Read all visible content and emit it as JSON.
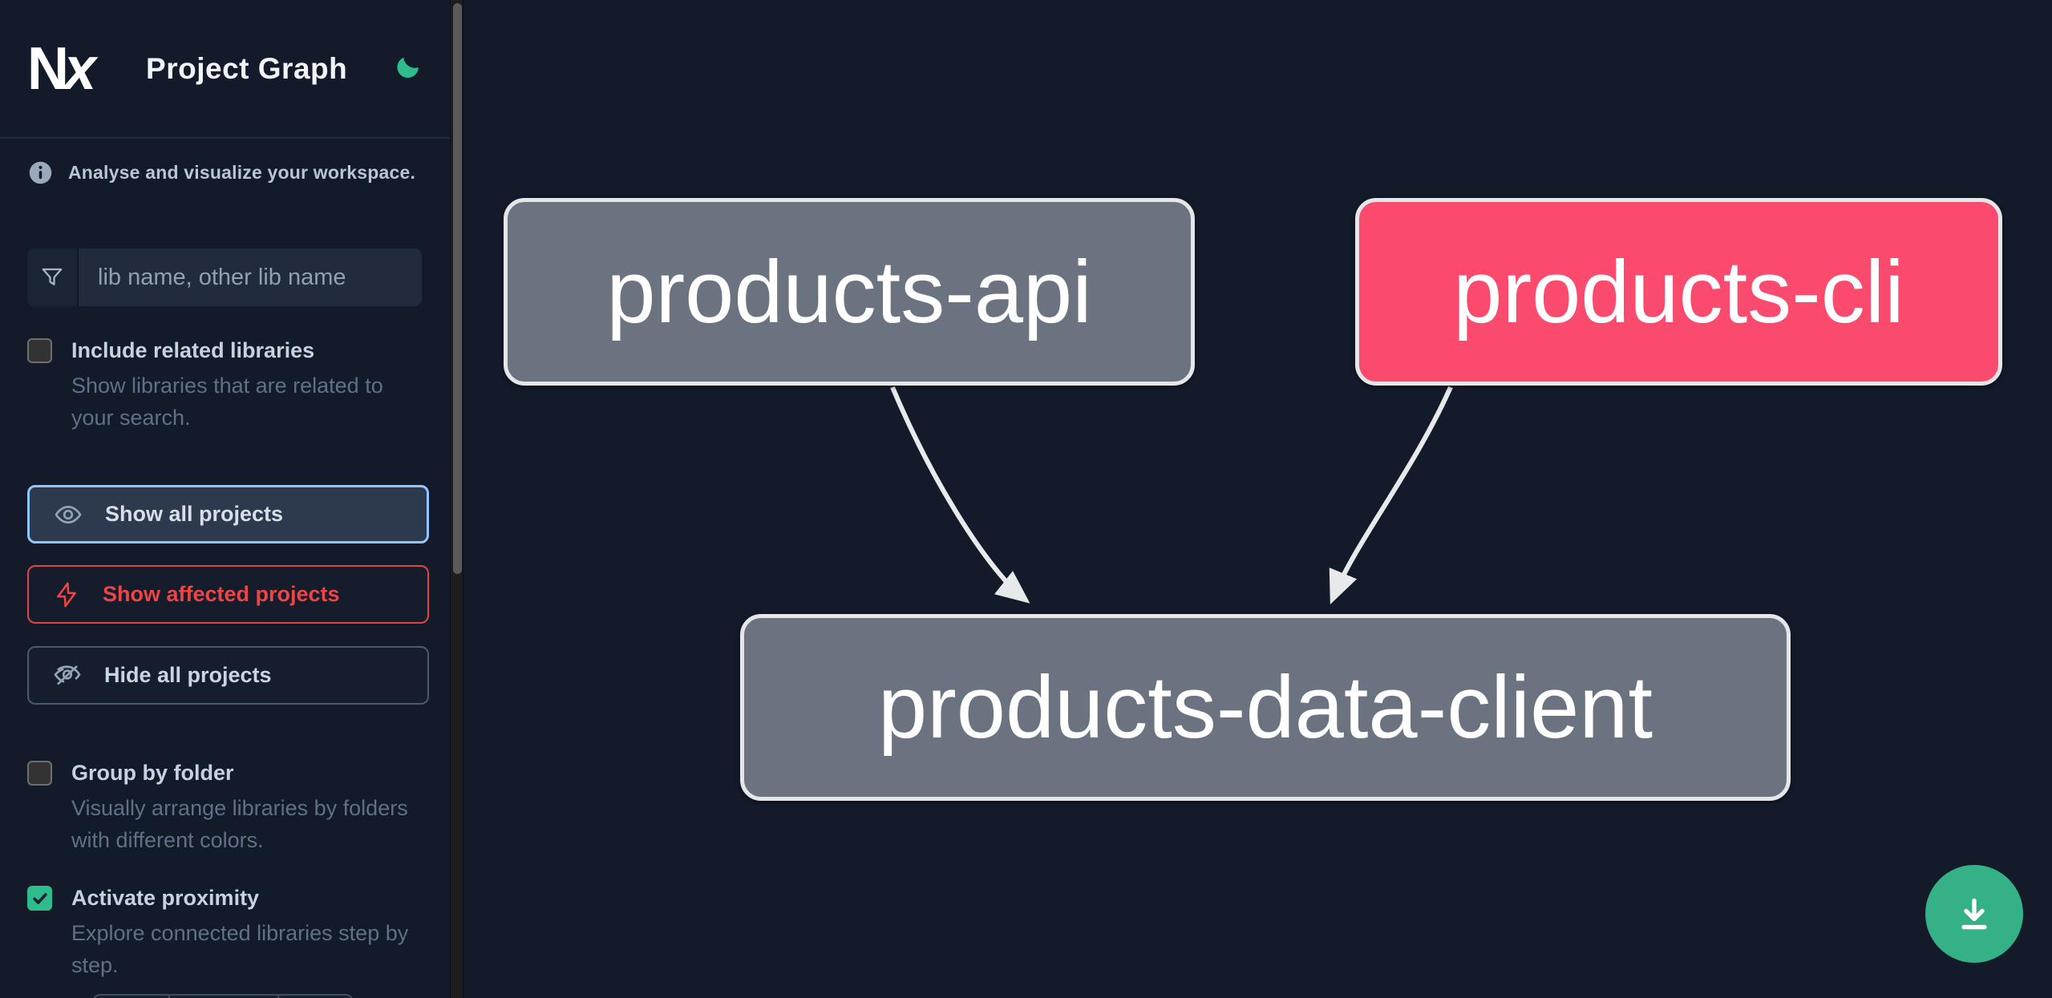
{
  "header": {
    "app_name": "Nx",
    "title": "Project Graph",
    "theme_icon": "moon-icon",
    "theme_color": "#2ebc8c"
  },
  "sidebar": {
    "tagline": "Analyse and visualize your workspace.",
    "search": {
      "placeholder": "lib name, other lib name",
      "value": "",
      "icon": "filter-icon"
    },
    "include_related": {
      "label": "Include related libraries",
      "description": "Show libraries that are related to your search.",
      "checked": false
    },
    "buttons": {
      "show_all": {
        "label": "Show all projects",
        "icon": "eye-icon",
        "state": "active",
        "border_color": "#93c5fd"
      },
      "affected": {
        "label": "Show affected projects",
        "icon": "bolt-icon",
        "state": "affected",
        "color": "#ef4444"
      },
      "hide_all": {
        "label": "Hide all projects",
        "icon": "eye-off-icon",
        "state": "default"
      }
    },
    "group_by_folder": {
      "label": "Group by folder",
      "description": "Visually arrange libraries by folders with different colors.",
      "checked": false
    },
    "activate_proximity": {
      "label": "Activate proximity",
      "description": "Explore connected libraries step by step.",
      "checked": true
    }
  },
  "graph": {
    "nodes": [
      {
        "id": "products-api",
        "type": "default",
        "color": "#6b7280"
      },
      {
        "id": "products-cli",
        "type": "affected",
        "color": "#fa4a6e"
      },
      {
        "id": "products-data-client",
        "type": "default",
        "color": "#6b7280"
      }
    ],
    "edges": [
      {
        "from": "products-api",
        "to": "products-data-client"
      },
      {
        "from": "products-cli",
        "to": "products-data-client"
      }
    ],
    "edge_color": "#e8e9eb"
  },
  "fab": {
    "icon": "download-icon",
    "color": "#35b187"
  }
}
